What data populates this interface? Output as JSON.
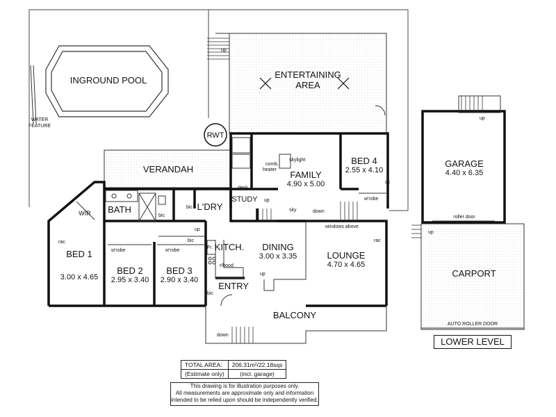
{
  "plan": {
    "areas": {
      "pool": "INGROUND POOL",
      "water_feature": "WATER\nFEATURE",
      "entertaining": "ENTERTAINING\nAREA",
      "rwt": "RWT",
      "verandah": "VERANDAH",
      "balcony": "BALCONY",
      "garage": "GARAGE",
      "garage_size": "4.40 x 6.35",
      "carport": "CARPORT",
      "roller_door": "roller door",
      "auto_roller_door": "AUTO ROLLER DOOR"
    },
    "rooms": {
      "family": "FAMILY",
      "family_size": "4.90 x 5.00",
      "bed4": "BED 4",
      "bed4_size": "2.55 x 4.10",
      "bath": "BATH",
      "ldry": "L'DRY",
      "study": "STUDY",
      "wir": "WIR",
      "bed1": "BED 1",
      "bed1_size": "3.00 x 4.65",
      "bed2": "BED 2",
      "bed2_size": "2.95 x 3.40",
      "bed3": "BED 3",
      "bed3_size": "2.90 x 3.40",
      "kitch": "KITCH.",
      "dining": "DINING",
      "dining_size": "3.00 x 3.35",
      "lounge": "LOUNGE",
      "lounge_size": "4.70 x 4.65",
      "entry": "ENTRY"
    },
    "annotations": {
      "up": "up",
      "down": "down",
      "skylight": "skylight",
      "sky": "sky",
      "comb_heater": "comb.\nheater",
      "desk": "desk",
      "wrobe": "w'robe",
      "bic": "bic",
      "rac": "rac",
      "ac": "ac",
      "fr": "Fr.",
      "rhood": "r/hood",
      "windows_above": "windows above"
    }
  },
  "summary": {
    "total_area_label": "TOTAL AREA:",
    "total_area_value": "206.31m²/22.18sqs",
    "estimate_label": "(Estimate only)",
    "estimate_value": "(incl. garage)"
  },
  "disclaimer": {
    "line1": "This drawing is for illustration purposes only.",
    "line2": "All measurements are approximate only and information",
    "line3": "intended to be relied upon should be independently verified."
  },
  "level_label": "LOWER LEVEL"
}
